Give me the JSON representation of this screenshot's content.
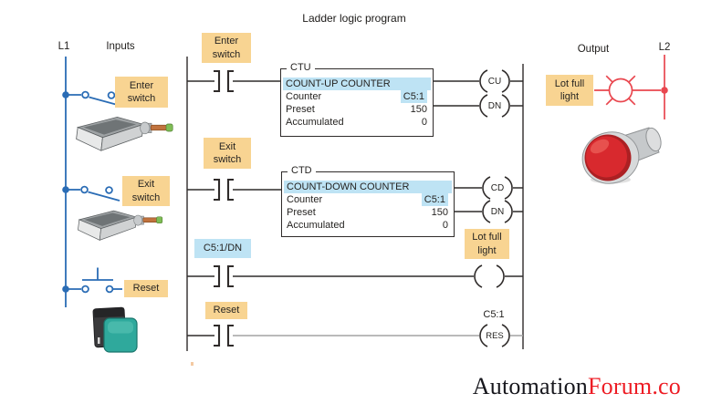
{
  "title": "Ladder logic program",
  "colors": {
    "label_tan": "#F8D492",
    "highlight_blue": "#BEE3F4",
    "wire_blue": "#2A6CB5",
    "wire_red": "#E9474F",
    "ladder_black": "#2F2B2A",
    "logo_red": "#ED1C24"
  },
  "rails": {
    "left": "L1",
    "right": "L2"
  },
  "sections": {
    "inputs": "Inputs",
    "output": "Output"
  },
  "input_devices": {
    "enter": "Enter\nswitch",
    "exit": "Exit\nswitch",
    "reset": "Reset"
  },
  "ladder": {
    "contacts": {
      "enter": "Enter\nswitch",
      "exit": "Exit\nswitch",
      "count_done_bit": "C5:1/DN",
      "reset": "Reset"
    },
    "ctu": {
      "tag": "CTU",
      "name": "COUNT-UP COUNTER",
      "rows": [
        {
          "label": "Counter",
          "value": "C5:1"
        },
        {
          "label": "Preset",
          "value": "150"
        },
        {
          "label": "Accumulated",
          "value": "0"
        }
      ]
    },
    "ctd": {
      "tag": "CTD",
      "name": "COUNT-DOWN COUNTER",
      "rows": [
        {
          "label": "Counter",
          "value": "C5:1"
        },
        {
          "label": "Preset",
          "value": "150"
        },
        {
          "label": "Accumulated",
          "value": "0"
        }
      ]
    },
    "coils": {
      "count_up": "CU",
      "count_up_done": "DN",
      "count_down": "CD",
      "count_down_done": "DN",
      "output_label": "Lot full\nlight",
      "reset": "RES",
      "reset_address": "C5:1"
    }
  },
  "output_device": {
    "label": "Lot full\nlight"
  },
  "branding": {
    "black": "Automation",
    "red": "Forum.co"
  }
}
